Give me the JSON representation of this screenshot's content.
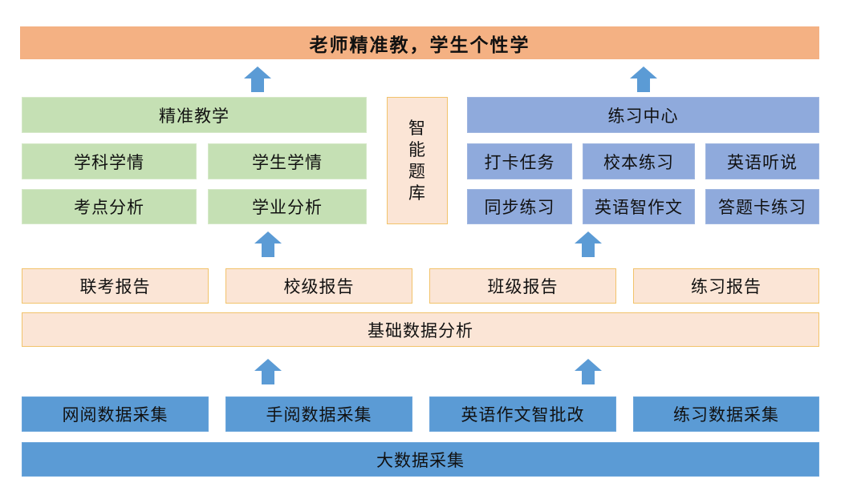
{
  "top_banner": "老师精准教，学生个性学",
  "teaching": {
    "title": "精准教学",
    "items": [
      "学科学情",
      "学生学情",
      "考点分析",
      "学业分析"
    ]
  },
  "question_bank": "智能题库",
  "practice": {
    "title": "练习中心",
    "items": [
      "打卡任务",
      "校本练习",
      "英语听说",
      "同步练习",
      "英语智作文",
      "答题卡练习"
    ]
  },
  "reports": [
    "联考报告",
    "校级报告",
    "班级报告",
    "练习报告"
  ],
  "basic_analysis": "基础数据分析",
  "collection": [
    "网阅数据采集",
    "手阅数据采集",
    "英语作文智批改",
    "练习数据采集"
  ],
  "big_data": "大数据采集",
  "colors": {
    "banner": "#f4b183",
    "teaching": "#c5e0b4",
    "practice": "#8faadc",
    "report": "#fbe5d6",
    "report_border": "#f2c36b",
    "collection": "#5b9bd5",
    "arrow": "#5b9bd5"
  }
}
